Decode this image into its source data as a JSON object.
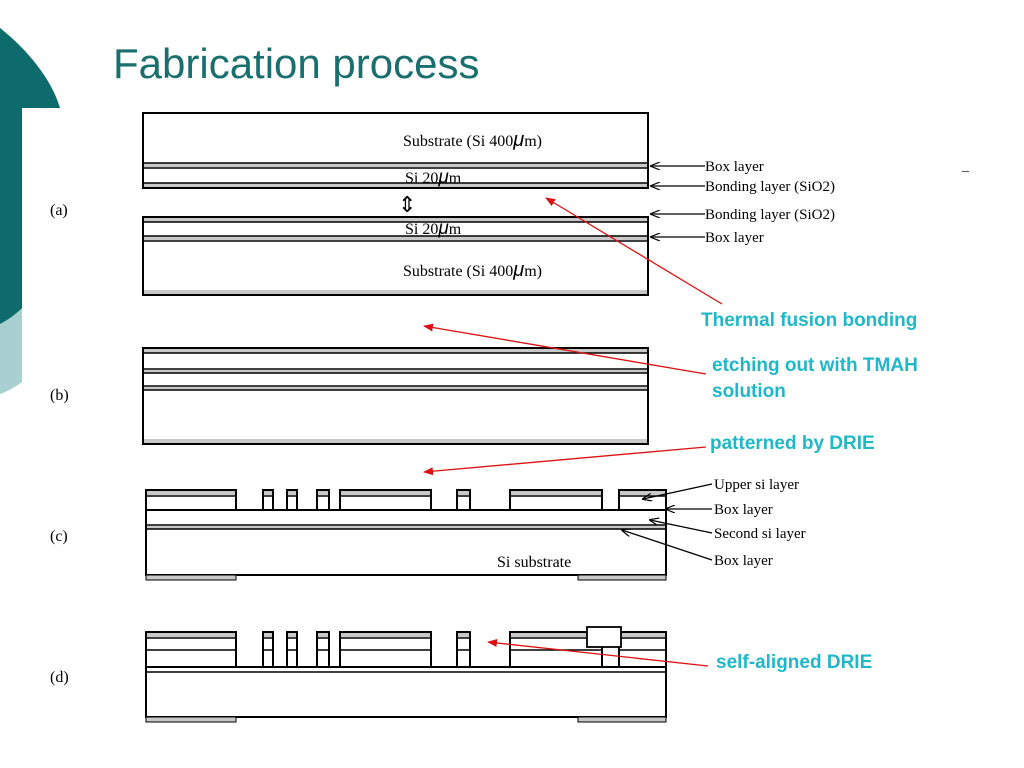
{
  "slide": {
    "title": "Fabrication process"
  },
  "colors": {
    "title_text": "#196e6e",
    "teal_band": "#0d6b6b",
    "light_band": "#a8d0d0",
    "annotation_text": "#20b8c8",
    "annotation_arrow": "#dd1111",
    "outline": "#000000",
    "layer_fill": "#c8c8c8"
  },
  "steps": {
    "a": {
      "label": "(a)"
    },
    "b": {
      "label": "(b)"
    },
    "c": {
      "label": "(c)"
    },
    "d": {
      "label": "(d)"
    }
  },
  "wafer_a": {
    "upper_substrate": "Substrate (Si 400",
    "upper_substrate_unit": "m)",
    "upper_device": "Si 20",
    "upper_device_unit": "m",
    "lower_device": "Si 20",
    "lower_device_unit": "m",
    "lower_substrate": "Substrate (Si 400",
    "lower_substrate_unit": "m)",
    "micro_symbol": "μ",
    "bond_symbol": "⇕",
    "tick_mark": "_",
    "callouts": [
      "Box layer",
      "Bonding layer (SiO2)",
      "Bonding layer (SiO2)",
      "Box layer"
    ]
  },
  "wafer_c": {
    "substrate_label": "Si substrate",
    "callouts": [
      "Upper si layer",
      "Box layer",
      "Second si layer",
      "Box layer"
    ]
  },
  "annotations": {
    "thermal": "Thermal fusion bonding",
    "etching_line1": "etching out with TMAH",
    "etching_line2": "solution",
    "patterned": "patterned by DRIE",
    "self_aligned": "self-aligned DRIE"
  }
}
